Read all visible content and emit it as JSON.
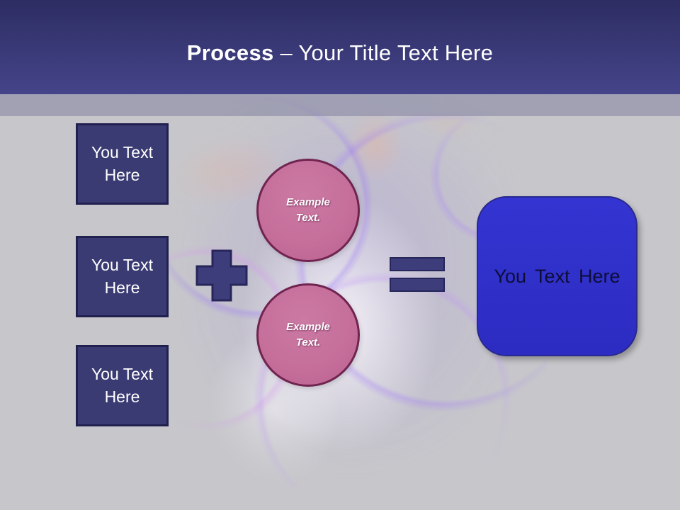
{
  "slide": {
    "title": {
      "bold": "Process",
      "rest": "– Your Title Text Here"
    }
  },
  "diagram": {
    "input_boxes": [
      {
        "label": "You Text Here"
      },
      {
        "label": "You Text Here"
      },
      {
        "label": "You Text Here"
      }
    ],
    "plus_symbol": "+",
    "equals_symbol": "=",
    "circles": [
      {
        "label": "Example Text."
      },
      {
        "label": "Example Text."
      }
    ],
    "result_box": {
      "label": "You Text Here"
    }
  },
  "colors": {
    "header_top": "#2d2d63",
    "header_bottom": "#45448a",
    "accent_band": "rgba(130,130,160,0.55)",
    "body_bg": "#c7c7cb",
    "box_fill": "#3b3b73",
    "box_border": "#212150",
    "operator_fill": "#3d3d7b",
    "operator_border": "#26265a",
    "circle_fill": "#c56e9a",
    "circle_border": "#702450",
    "result_fill": "#3030ca",
    "result_border": "#28288e",
    "result_text": "#0d0d38",
    "title_text": "#ffffff"
  }
}
